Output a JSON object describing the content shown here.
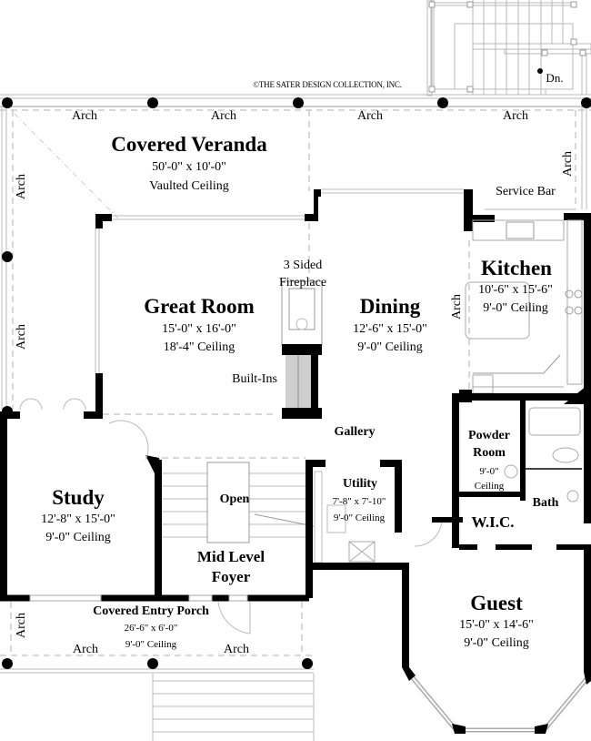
{
  "copyright": "©THE SATER DESIGN COLLECTION, INC.",
  "stair_label": "Dn.",
  "rooms": {
    "covered_veranda": {
      "name": "Covered Veranda",
      "size": "50'-0\" x 10'-0\"",
      "ceiling": "Vaulted Ceiling"
    },
    "great_room": {
      "name": "Great Room",
      "size": "15'-0\" x 16'-0\"",
      "ceiling": "18'-4\" Ceiling"
    },
    "dining": {
      "name": "Dining",
      "size": "12'-6\" x 15'-0\"",
      "ceiling": "9'-0\" Ceiling"
    },
    "kitchen": {
      "name": "Kitchen",
      "size": "10'-6\" x 15'-6\"",
      "ceiling": "9'-0\" Ceiling"
    },
    "study": {
      "name": "Study",
      "size": "12'-8\" x 15'-0\"",
      "ceiling": "9'-0\" Ceiling"
    },
    "utility": {
      "name": "Utility",
      "size": "7'-8\" x 7'-10\"",
      "ceiling": "9'-0\" Ceiling"
    },
    "powder_room": {
      "name_line1": "Powder",
      "name_line2": "Room",
      "ceiling_line1": "9'-0\"",
      "ceiling_line2": "Ceiling"
    },
    "guest": {
      "name": "Guest",
      "size": "15'-0\" x 14'-6\"",
      "ceiling": "9'-0\" Ceiling"
    },
    "covered_entry_porch": {
      "name": "Covered Entry Porch",
      "size": "26'-6\" x 6'-0\"",
      "ceiling": "9'-0\" Ceiling"
    },
    "mid_level_foyer": {
      "name_line1": "Mid Level",
      "name_line2": "Foyer"
    },
    "open": {
      "name": "Open"
    },
    "gallery": {
      "name": "Gallery"
    },
    "wic": {
      "name": "W.I.C."
    },
    "bath": {
      "name": "Bath"
    }
  },
  "features": {
    "fireplace_line1": "3 Sided",
    "fireplace_line2": "Fireplace",
    "built_ins": "Built-Ins",
    "service_bar": "Service Bar"
  },
  "arch_labels": [
    "Arch",
    "Arch",
    "Arch",
    "Arch",
    "Arch",
    "Arch",
    "Arch",
    "Arch",
    "Arch",
    "Arch",
    "Arch"
  ]
}
